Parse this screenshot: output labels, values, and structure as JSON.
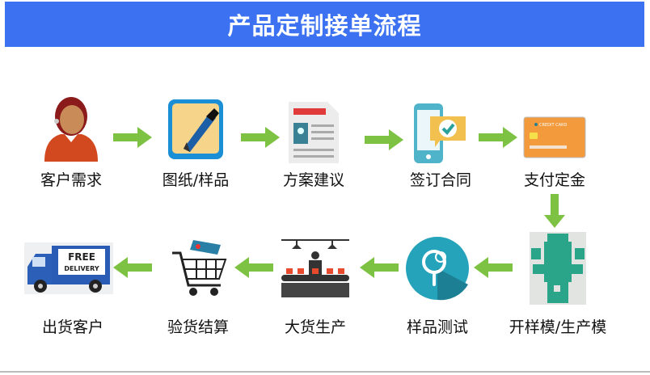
{
  "title": "产品定制接单流程",
  "steps": [
    {
      "label": "客户需求",
      "icon": "customer-service-avatar-icon"
    },
    {
      "label": "图纸/样品",
      "icon": "drawing-pen-icon"
    },
    {
      "label": "方案建议",
      "icon": "document-proposal-icon"
    },
    {
      "label": "签订合同",
      "icon": "phone-contract-check-icon"
    },
    {
      "label": "支付定金",
      "icon": "credit-card-icon",
      "card_text": "CREDIT CARD"
    },
    {
      "label": "开样模/生产模",
      "icon": "mold-machine-icon"
    },
    {
      "label": "样品测试",
      "icon": "magnifier-test-icon"
    },
    {
      "label": "大货生产",
      "icon": "production-line-icon"
    },
    {
      "label": "验货结算",
      "icon": "shopping-cart-icon"
    },
    {
      "label": "出货客户",
      "icon": "delivery-truck-icon",
      "truck_text": [
        "FREE",
        "DELIVERY"
      ]
    }
  ],
  "colors": {
    "banner": "#3c72f1",
    "arrow": "#7dc243"
  }
}
